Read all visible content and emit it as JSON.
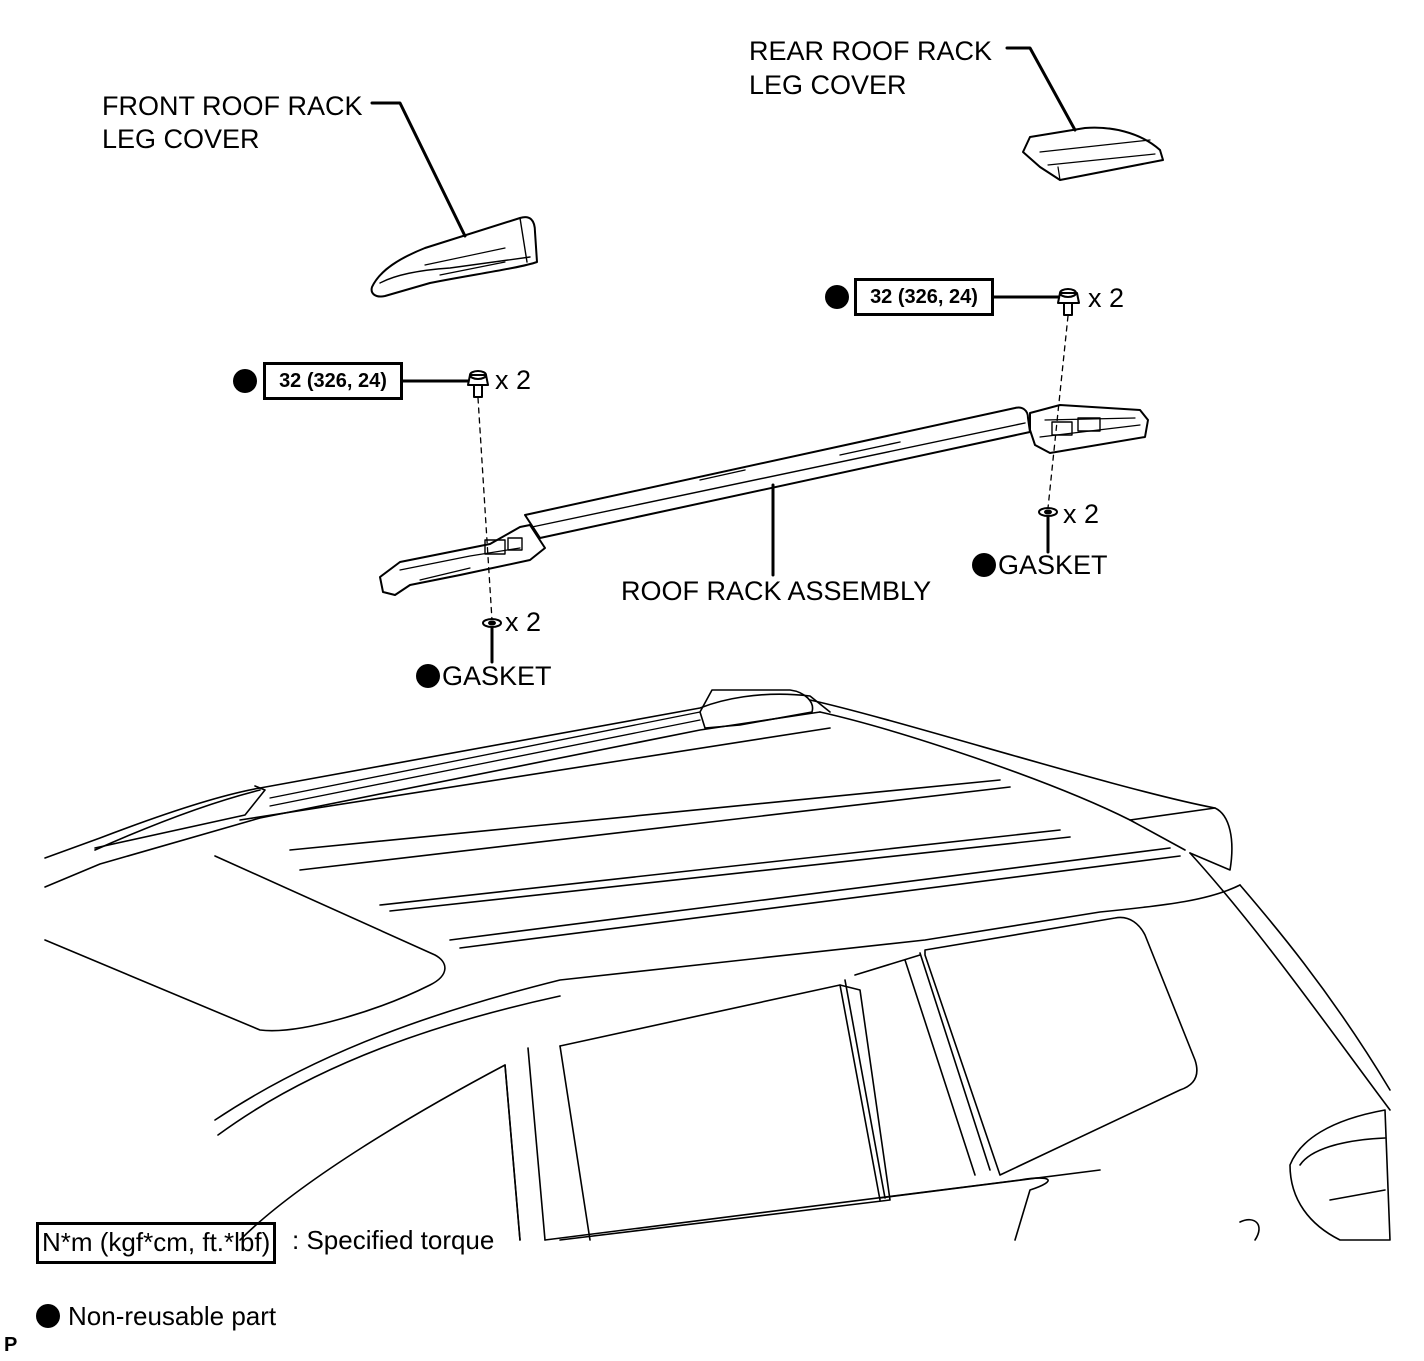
{
  "labels": {
    "front_cover": [
      "FRONT ROOF RACK",
      "LEG COVER"
    ],
    "rear_cover": [
      "REAR ROOF RACK",
      "LEG COVER"
    ],
    "roof_rack": "ROOF RACK ASSEMBLY",
    "gasket_front": "GASKET",
    "gasket_rear": "GASKET",
    "qty_bolt_front": "x 2",
    "qty_bolt_rear": "x 2",
    "qty_gasket_front": "x 2",
    "qty_gasket_rear": "x 2"
  },
  "torque": {
    "front": "32 (326, 24)",
    "rear": "32 (326, 24)"
  },
  "legend": {
    "torque_units": "N*m (kgf*cm, ft.*lbf)",
    "torque_desc": ": Specified torque",
    "nonreusable_desc": "Non-reusable part"
  },
  "corner_mark": "P",
  "icons": {
    "non_reusable_marker": "filled-circle",
    "bolt": "flange-bolt",
    "gasket": "gasket-washer"
  }
}
